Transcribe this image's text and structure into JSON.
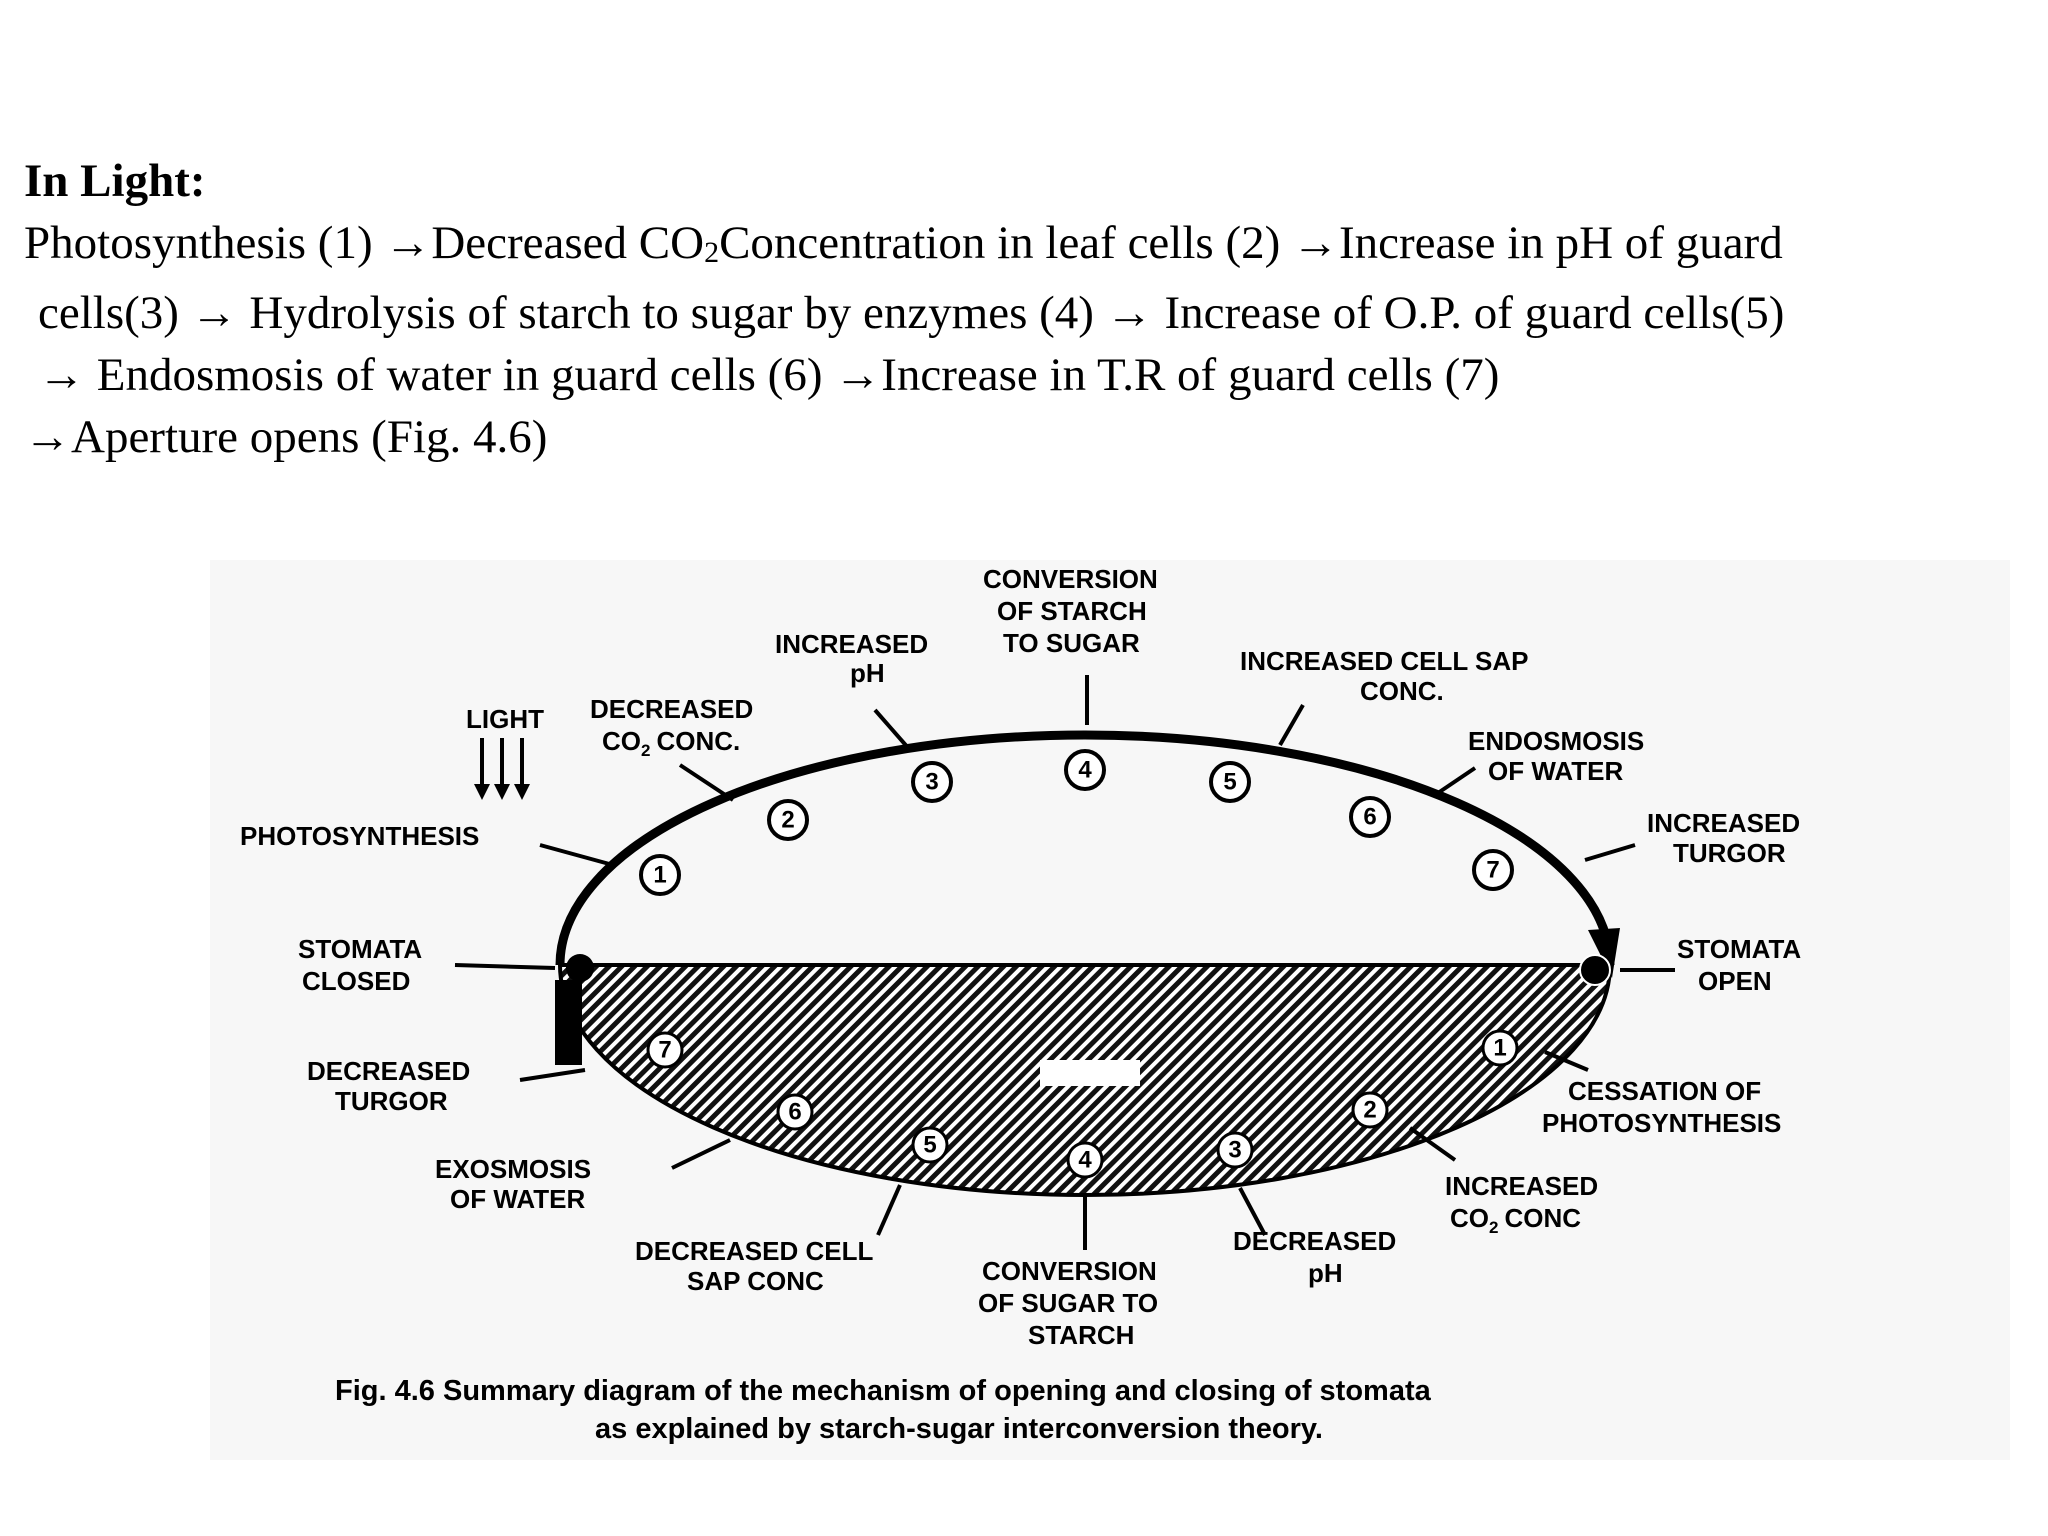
{
  "text": {
    "heading": "In Light:",
    "line1_a": "Photosynthesis (1) →Decreased CO",
    "line1_sub": "2",
    "line1_b": "Concentration in leaf cells (2) →Increase in pH of guard",
    "line2": "cells(3) → Hydrolysis of starch to sugar by enzymes (4) → Increase of O.P. of guard cells(5)",
    "line3": "→ Endosmosis of water in guard cells (6) →Increase in T.R of guard cells (7)",
    "line4": "→Aperture opens (Fig. 4.6)"
  },
  "figure": {
    "light": "LIGHT",
    "top_labels": {
      "photosynthesis": "PHOTOSYNTHESIS",
      "decreased_co2_1": "DECREASED",
      "decreased_co2_2a": "CO",
      "decreased_co2_2sub": "2",
      "decreased_co2_2b": "CONC.",
      "increased_ph_1": "INCREASED",
      "increased_ph_2": "pH",
      "conversion_1": "CONVERSION",
      "conversion_2": "OF STARCH",
      "conversion_3": "TO SUGAR",
      "cell_sap_1": "INCREASED CELL SAP",
      "cell_sap_2": "CONC.",
      "endosmosis_1": "ENDOSMOSIS",
      "endosmosis_2": "OF WATER",
      "turgor_1": "INCREASED",
      "turgor_2": "TURGOR"
    },
    "side_labels": {
      "closed_1": "STOMATA",
      "closed_2": "CLOSED",
      "open_1": "STOMATA",
      "open_2": "OPEN"
    },
    "bottom_labels": {
      "dec_turgor_1": "DECREASED",
      "dec_turgor_2": "TURGOR",
      "exosmosis_1": "EXOSMOSIS",
      "exosmosis_2": "OF WATER",
      "dec_sap_1": "DECREASED CELL",
      "dec_sap_2": "SAP CONC",
      "sugar_starch_1": "CONVERSION",
      "sugar_starch_2": "OF SUGAR TO",
      "sugar_starch_3": "STARCH",
      "dec_ph_1": "DECREASED",
      "dec_ph_2": "pH",
      "inc_co2_1": "INCREASED",
      "inc_co2_2a": "CO",
      "inc_co2_2sub": "2",
      "inc_co2_2b": "CONC",
      "cessation_1": "CESSATION OF",
      "cessation_2": "PHOTOSYNTHESIS"
    },
    "top_steps": [
      "1",
      "2",
      "3",
      "4",
      "5",
      "6",
      "7"
    ],
    "bottom_steps": [
      "1",
      "2",
      "3",
      "4",
      "5",
      "6",
      "7"
    ],
    "caption_1": "Fig. 4.6 Summary diagram of the mechanism of opening and closing of stomata",
    "caption_2": "as explained by starch-sugar interconversion theory."
  }
}
